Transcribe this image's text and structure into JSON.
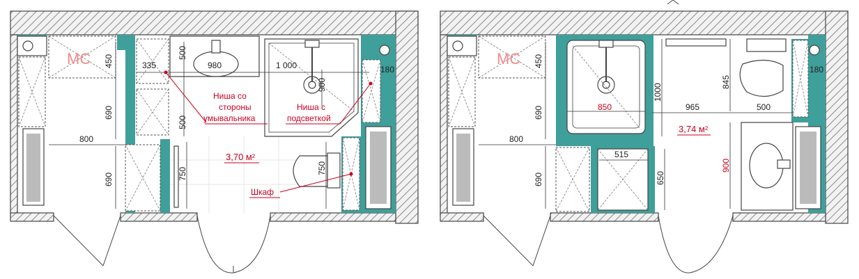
{
  "plan_left": {
    "room_label": "MC",
    "dims": {
      "d450": "450",
      "d335": "335",
      "d500a": "500",
      "d980": "980",
      "d1000": "1 000",
      "d900": "900",
      "d180": "180",
      "d690a": "690",
      "d500b": "500",
      "d800": "800",
      "d690b": "690",
      "d750a": "750",
      "d750b": "750"
    },
    "notes": {
      "niche_sink": [
        "Ниша со",
        "стороны",
        "умывальника"
      ],
      "niche_light": [
        "Ниша с",
        "подсветкой"
      ],
      "area": "3,70 м²",
      "cabinet": "Шкаф"
    }
  },
  "plan_right": {
    "room_label": "MC",
    "dims": {
      "d450": "450",
      "d850": "850",
      "d1000": "1000",
      "d845": "845",
      "d180": "180",
      "d965": "965",
      "d500": "500",
      "d690a": "690",
      "d800": "800",
      "d690b": "690",
      "d515": "515",
      "d650": "650",
      "d900": "900"
    },
    "notes": {
      "area": "3,74 м²"
    }
  },
  "colors": {
    "accent_teal": "#3f9f9a",
    "annotation_red": "#c8001e"
  }
}
